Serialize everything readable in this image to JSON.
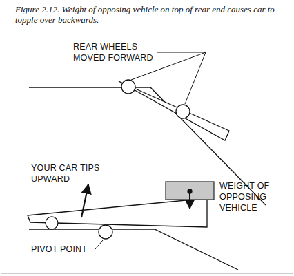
{
  "diagram": {
    "caption": "Figure 2.12. Weight of opposing vehicle on top of rear end causes car to topple over backwards.",
    "labels": [
      "REAR WHEELS MOVED FORWARD",
      "YOUR CAR TIPS UPWARD",
      "WEIGHT OF OPPOSING VEHICLE",
      "PIVOT POINT"
    ]
  }
}
